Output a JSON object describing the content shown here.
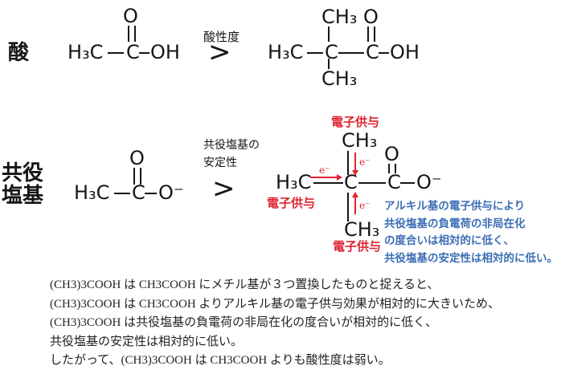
{
  "colors": {
    "red": "#e02330",
    "blue": "#3c6eb4",
    "ink": "#161616"
  },
  "acid_row": {
    "label": "酸",
    "acetic_acid": {
      "o": "O",
      "h3c": "H₃C",
      "c": "C",
      "oh": "OH"
    },
    "comparison": {
      "caption": "酸性度",
      "symbol": ">"
    },
    "pivalic_acid": {
      "ch3_top": "CH₃",
      "o": "O",
      "h3c": "H₃C",
      "c_center": "C",
      "c_carboxyl": "C",
      "oh": "OH",
      "ch3_bottom": "CH₃"
    }
  },
  "conjugate_row": {
    "label_lines": [
      "共役",
      "塩基"
    ],
    "acetate": {
      "o": "O",
      "h3c": "H₃C",
      "c": "C",
      "o_minus": "O⁻"
    },
    "comparison": {
      "caption_lines": [
        "共役塩基の",
        "安定性"
      ],
      "symbol": ">"
    },
    "pivalate": {
      "ch3_top": "CH₃",
      "o": "O",
      "h3c": "H₃C",
      "c_center": "C",
      "c_carboxyl": "C",
      "o_minus": "O⁻",
      "ch3_bottom": "CH₃"
    },
    "donation_labels": {
      "top": "電子供与",
      "left": "電子供与",
      "bottom": "電子供与"
    },
    "electron_labels": {
      "top": "e⁻",
      "left": "e⁻",
      "bottom": "e⁻"
    },
    "blue_note_lines": [
      "アルキル基の電子供与により",
      "共役塩基の負電荷の非局在化",
      "の度合いは相対的に低く、",
      "共役塩基の安定性は相対的に低い。"
    ]
  },
  "footer_lines": [
    "(CH3)3COOH は CH3COOH にメチル基が３つ置換したものと捉えると、",
    "(CH3)3COOH は CH3COOH よりアルキル基の電子供与効果が相対的に大きいため、",
    "(CH3)3COOH は共役塩基の負電荷の非局在化の度合いが相対的に低く、",
    "共役塩基の安定性は相対的に低い。",
    "したがって、(CH3)3COOH は CH3COOH よりも酸性度は弱い。"
  ]
}
